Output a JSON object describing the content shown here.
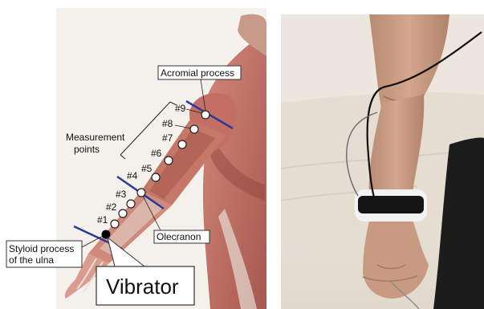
{
  "left_panel": {
    "labels": {
      "acromial": "Acromial process",
      "measurement_line1": "Measurement",
      "measurement_line2": "points",
      "olecranon": "Olecranon",
      "styloid_line1": "Styloid process",
      "styloid_line2": "of the ulna",
      "vibrator": "Vibrator"
    },
    "points": [
      "#1",
      "#2",
      "#3",
      "#4",
      "#5",
      "#6",
      "#7",
      "#8",
      "#9"
    ],
    "colors": {
      "muscle": "#c97a6f",
      "muscle_dark": "#9b4d45",
      "tendon": "#e9dfd6",
      "skin_bg": "#f3efea",
      "marker_line": "#2b3a9a"
    }
  },
  "right_panel": {
    "colors": {
      "background": "#e8e0d6",
      "skin": "#c99a82",
      "shorts": "#1c1c1c",
      "band_black": "#151515",
      "band_white": "#f2f2f2",
      "cable": "#111111"
    }
  }
}
